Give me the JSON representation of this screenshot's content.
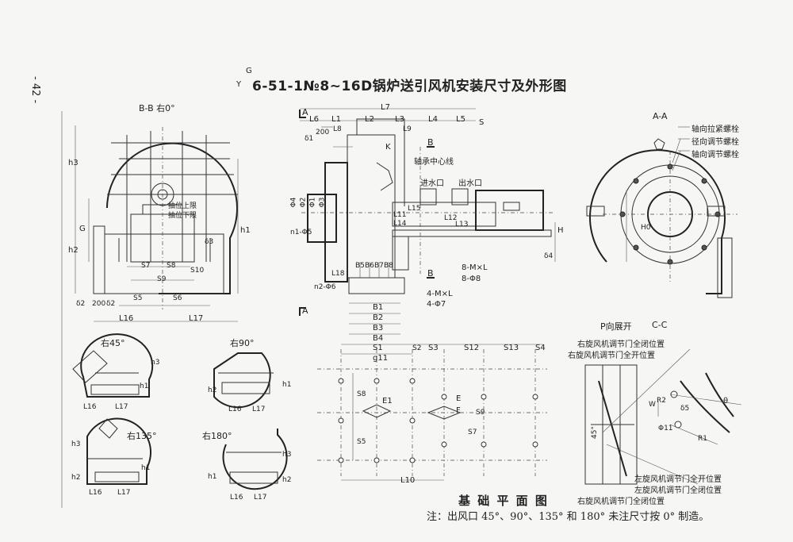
{
  "page_number": "- 42 -",
  "title": "6-51-1№8~16D锅炉送引风机安装尺寸及外形图",
  "title_prefix_top": "G",
  "title_prefix_bottom": "Y",
  "views": {
    "bb": "B-B 右0°",
    "aa": "A-A",
    "cc": "C-C",
    "p": "P向展开",
    "r45": "右45°",
    "r90": "右90°",
    "r135": "右135°",
    "r180": "右180°",
    "section_a": "A",
    "section_b": "B"
  },
  "callouts": {
    "axial_tie": "轴向拉紧螺栓",
    "radial_adjust": "径向调节螺栓",
    "axial_adjust": "轴向调节螺栓",
    "bearing_center": "轴承中心线",
    "water_in": "进水口",
    "water_out": "出水口",
    "adjust_upper": "抽位上限",
    "adjust_lower": "抽位下限",
    "right_close": "右旋风机调节门全闭位置",
    "right_open": "右旋风机调节门全开位置",
    "left_open": "左旋风机调节门全开位置",
    "left_close": "左旋风机调节门全闭位置",
    "right_close_bottom": "右旋风机调节门全闭位置",
    "right_open_top": "右旋风机调节门全开位置"
  },
  "dims": {
    "L7": "L7",
    "L6": "L6",
    "L1": "L1",
    "L2": "L2",
    "L3": "L3",
    "L4": "L4",
    "L5": "L5",
    "S": "S",
    "L8": "L8",
    "L9": "L9",
    "d1": "δ1",
    "v200": "200",
    "K": "K",
    "B": "B",
    "d4": "Φ4",
    "d2": "Φ2",
    "d1c": "Φ1",
    "d3": "Φ3",
    "n1": "n1-Φ5",
    "n2": "n2-Φ6",
    "L18": "L18",
    "L11": "L11",
    "L12": "L12",
    "L13": "L13",
    "L14": "L14",
    "L15": "L15",
    "H": "H",
    "d4b": "δ4",
    "m8": "8-M×L",
    "m8b": "8-Φ8",
    "m4": "4-M×L",
    "m4b": "4-Φ7",
    "B5": "B5",
    "B6": "B6",
    "B7": "B7",
    "B8": "B8",
    "B1": "B1",
    "B2": "B2",
    "B3": "B3",
    "B4": "B4",
    "S1": "S1",
    "S2": "S2",
    "g11": "g11",
    "S3": "S3",
    "S12": "S12",
    "S13": "S13",
    "S4": "S4",
    "E1": "E1",
    "E": "E",
    "F": "F",
    "S8": "S8",
    "S5": "S5",
    "S7": "S7",
    "S9": "S9",
    "L10": "L10",
    "h3": "h3",
    "h1": "h1",
    "h2": "h2",
    "G": "G",
    "d3b": "δ3",
    "S7b": "S7",
    "S8b": "S8",
    "S9b": "S9",
    "S10": "S10",
    "S5b": "S5",
    "S6": "S6",
    "d2b": "δ2",
    "v200b": "200",
    "L16": "L16",
    "L17": "L17",
    "H0": "H0",
    "W": "W",
    "R2": "R2",
    "R1": "R1",
    "theta": "θ",
    "d5": "δ5",
    "d11": "Φ11",
    "a45": "45°"
  },
  "foundation_title": "基 础 平 面 图",
  "note": "注：出风口 45°、90°、135° 和 180° 未注尺寸按 0° 制造。"
}
